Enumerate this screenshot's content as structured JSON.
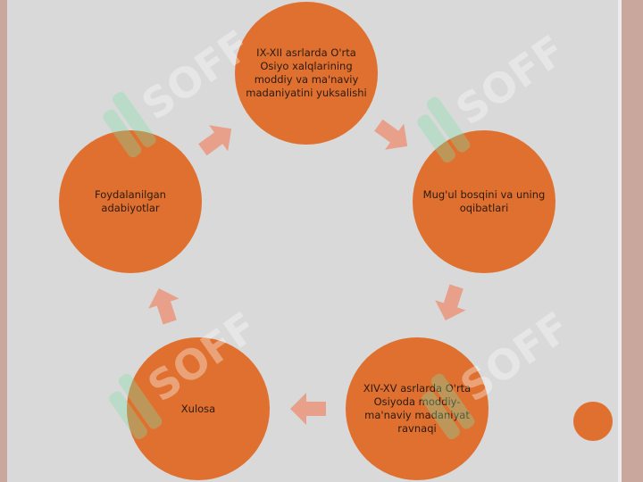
{
  "diagram": {
    "nodes": [
      {
        "id": "top",
        "label": "IX-XII asrlarda O'rta Osiyo xalqlarining moddiy va ma'naviy madaniyatini yuksalishi"
      },
      {
        "id": "right",
        "label": "Mug'ul bosqini va uning oqibatlari"
      },
      {
        "id": "bottom-right",
        "label": "XIV-XV asrlarda O'rta Osiyoda moddiy-ma'naviy madaniyat ravnaqi"
      },
      {
        "id": "bottom-left",
        "label": "Xulosa"
      },
      {
        "id": "left",
        "label": "Foydalanilgan adabiyotlar"
      }
    ],
    "colors": {
      "node": "#e0702f",
      "arrow": "#e8a08a",
      "background": "#d9d9d9",
      "frame": "#c9a79d"
    }
  },
  "watermark": {
    "text": "SOFF"
  }
}
